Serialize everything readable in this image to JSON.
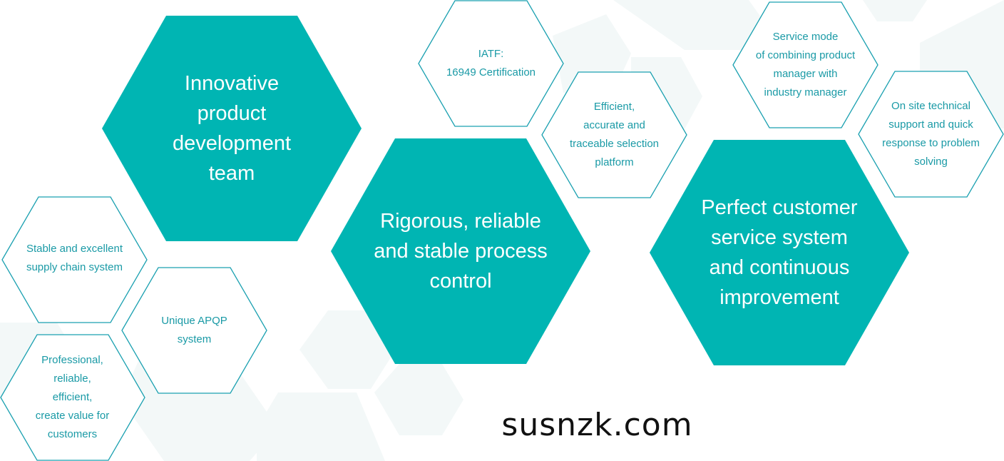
{
  "colors": {
    "primary_fill": "#00b5b3",
    "outline": "#1aa0b0",
    "text_accent": "#1a9aa6",
    "background_hex": "#f3f8f8"
  },
  "main_hexes": [
    {
      "text": "Innovative\nproduct\ndevelopment\nteam"
    },
    {
      "text": "Rigorous, reliable\nand stable process\ncontrol"
    },
    {
      "text": "Perfect customer\nservice system\nand continuous\nimprovement"
    }
  ],
  "sub_hexes": [
    {
      "text": "Stable and excellent\nsupply chain system"
    },
    {
      "text": "Unique APQP\nsystem"
    },
    {
      "text": "Professional,\nreliable,\nefficient,\ncreate value for\ncustomers"
    },
    {
      "text": "IATF:\n16949 Certification"
    },
    {
      "text": "Efficient,\naccurate and\ntraceable selection\nplatform"
    },
    {
      "text": "Service mode\nof combining product\nmanager with\nindustry manager"
    },
    {
      "text": "On site technical\nsupport and quick\nresponse to problem\nsolving"
    }
  ],
  "website": "susnzk.com"
}
